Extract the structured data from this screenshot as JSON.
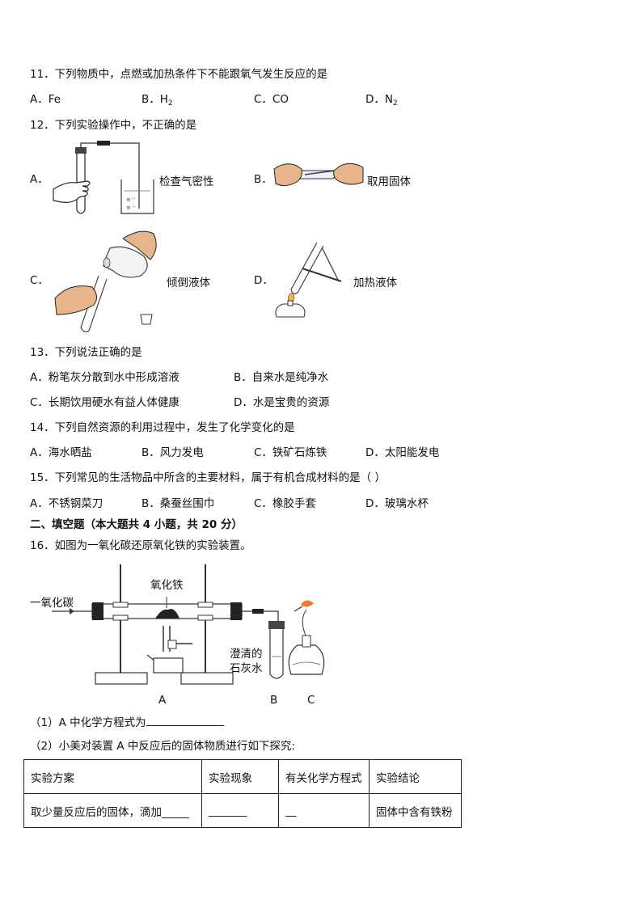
{
  "q11": {
    "stem": "11．下列物质中，点燃或加热条件下不能跟氧气发生反应的是",
    "a_label": "A．Fe",
    "b_label": "B．H",
    "b_sub": "2",
    "c_label": "C．CO",
    "d_label": "D．N",
    "d_sub": "2"
  },
  "q12": {
    "stem": "12．下列实验操作中，不正确的是",
    "a": {
      "letter": "A．",
      "caption": "检查气密性"
    },
    "b": {
      "letter": "B．",
      "caption": "取用固体"
    },
    "c": {
      "letter": "C．",
      "caption": "倾倒液体"
    },
    "d": {
      "letter": "D．",
      "caption": "加热液体"
    }
  },
  "q13": {
    "stem": "13．下列说法正确的是",
    "a": "A．粉笔灰分散到水中形成溶液",
    "b": "B．自来水是纯净水",
    "c": "C．长期饮用硬水有益人体健康",
    "d": "D．水是宝贵的资源"
  },
  "q14": {
    "stem": "14．下列自然资源的利用过程中，发生了化学变化的是",
    "a": "A．海水晒盐",
    "b": "B．风力发电",
    "c": "C．铁矿石炼铁",
    "d": "D．太阳能发电"
  },
  "q15": {
    "stem": "15．下列常见的生活物品中所含的主要材料，属于有机合成材料的是（ ）",
    "a": "A．不锈钢菜刀",
    "b": "B．桑蚕丝围巾",
    "c": "C．橡胶手套",
    "d": "D．玻璃水杯"
  },
  "section2": "二、填空题（本大题共 4 小题，共 20 分）",
  "q16": {
    "stem": "16．如图为一氧化碳还原氧化铁的实验装置。",
    "figure": {
      "co_label": "一氧化碳",
      "fe2o3_label": "氧化铁",
      "limewater_1": "澄清的",
      "limewater_2": "石灰水",
      "label_a": "A",
      "label_b": "B",
      "label_c": "C"
    },
    "sub1": "（1）A 中化学方程式为",
    "sub2": "（2）小美对装置 A 中反应后的固体物质进行如下探究:",
    "table": {
      "headers": [
        "实验方案",
        "实验现象",
        "有关化学方程式",
        "实验结论"
      ],
      "row": [
        "取少量反应后的固体，滴加_____",
        "_______",
        "__",
        "固体中含有铁粉"
      ]
    }
  }
}
